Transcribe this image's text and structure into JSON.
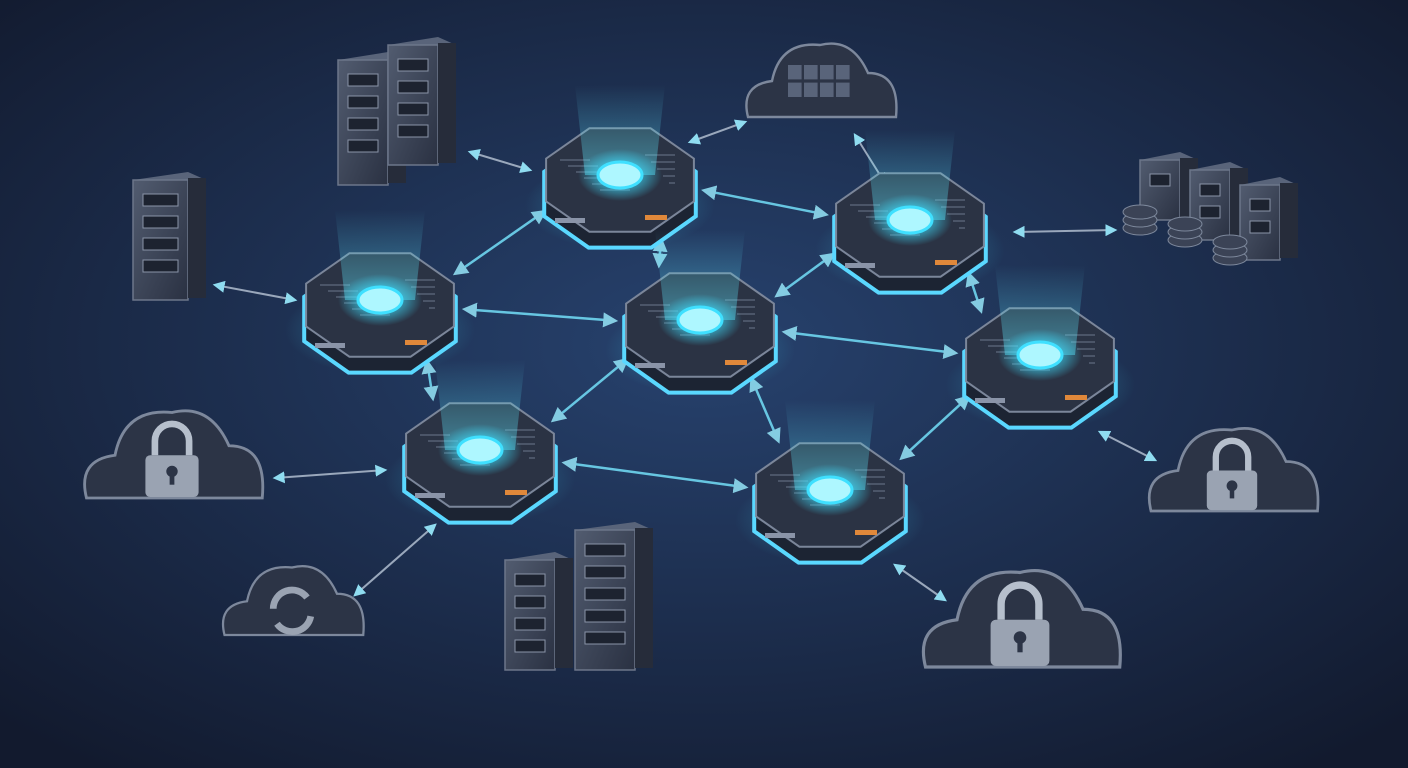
{
  "colors": {
    "background_center": "#27426e",
    "background_edge": "#121a2e",
    "node_glow": "#3fe0ff",
    "node_body": "#2b3344",
    "node_rim": "#5ad8ff",
    "link": "#6fd6f0",
    "device_body": "#3a4254",
    "device_edge": "#6c768a",
    "accent_tag": "#e0883a"
  },
  "icons": {
    "hub": "hexagon-hub-icon",
    "server": "server-rack-icon",
    "cloud_lock": "cloud-lock-icon",
    "cloud_sync": "cloud-sync-icon",
    "cloud_storage": "cloud-storage-icon",
    "coin_stack": "database-coin-icon"
  },
  "network": {
    "hub_count": 7,
    "hub_links": 12,
    "device_links": 9
  }
}
